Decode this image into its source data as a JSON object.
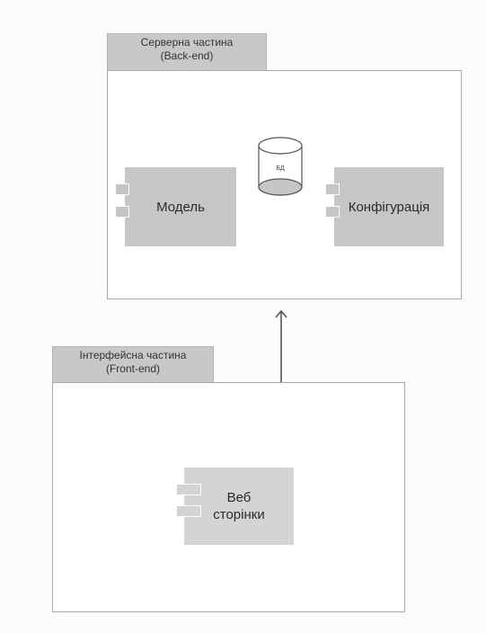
{
  "server_package": {
    "title_line1": "Серверна частина",
    "title_line2": "(Back-end)",
    "model_label": "Модель",
    "config_label": "Конфігурація",
    "db_label": "БД"
  },
  "client_package": {
    "title_line1": "Інтерфейсна частина",
    "title_line2": "(Front-end)",
    "web_line1": "Веб",
    "web_line2": "сторінки"
  },
  "colors": {
    "tab_fill": "#c8c8c8",
    "component_fill": "#c6c6c6",
    "web_component_fill": "#d3d5d2",
    "package_border": "#a8a8a8",
    "connector": "#555555"
  }
}
